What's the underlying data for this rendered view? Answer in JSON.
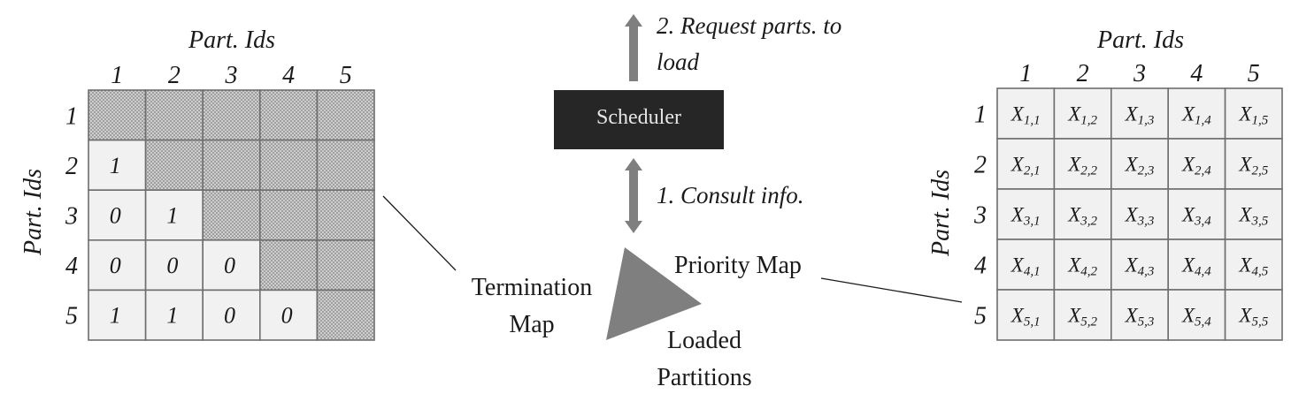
{
  "termination_map": {
    "axis_title_top": "Part. Ids",
    "axis_title_left": "Part. Ids",
    "column_ids": [
      "1",
      "2",
      "3",
      "4",
      "5"
    ],
    "row_ids": [
      "1",
      "2",
      "3",
      "4",
      "5"
    ],
    "values": [
      [
        "",
        "",
        "",
        "",
        ""
      ],
      [
        "1",
        "",
        "",
        "",
        ""
      ],
      [
        "0",
        "1",
        "",
        "",
        ""
      ],
      [
        "0",
        "0",
        "0",
        "",
        ""
      ],
      [
        "1",
        "1",
        "0",
        "0",
        ""
      ]
    ]
  },
  "priority_map": {
    "axis_title_top": "Part. Ids",
    "axis_title_left": "Part. Ids",
    "column_ids": [
      "1",
      "2",
      "3",
      "4",
      "5"
    ],
    "row_ids": [
      "1",
      "2",
      "3",
      "4",
      "5"
    ],
    "cell_symbol": "X"
  },
  "scheduler": {
    "label": "Scheduler",
    "up_arrow_text_line1": "2. Request parts. to",
    "up_arrow_text_line2": "load",
    "down_arrow_text": "1. Consult info."
  },
  "labels": {
    "termination_map_line1": "Termination",
    "termination_map_line2": "Map",
    "priority_map": "Priority Map",
    "loaded_partitions_line1": "Loaded",
    "loaded_partitions_line2": "Partitions"
  },
  "colors": {
    "cell_fill": "#f1f1f1",
    "grid_line": "#6e6e6e",
    "hatch_base": "#cfcfcf",
    "hatch_dot": "#7d7d7d",
    "scheduler_fill": "#262626",
    "arrow_fill": "#7f7f7f",
    "triangle_fill": "#7f7f7f"
  }
}
